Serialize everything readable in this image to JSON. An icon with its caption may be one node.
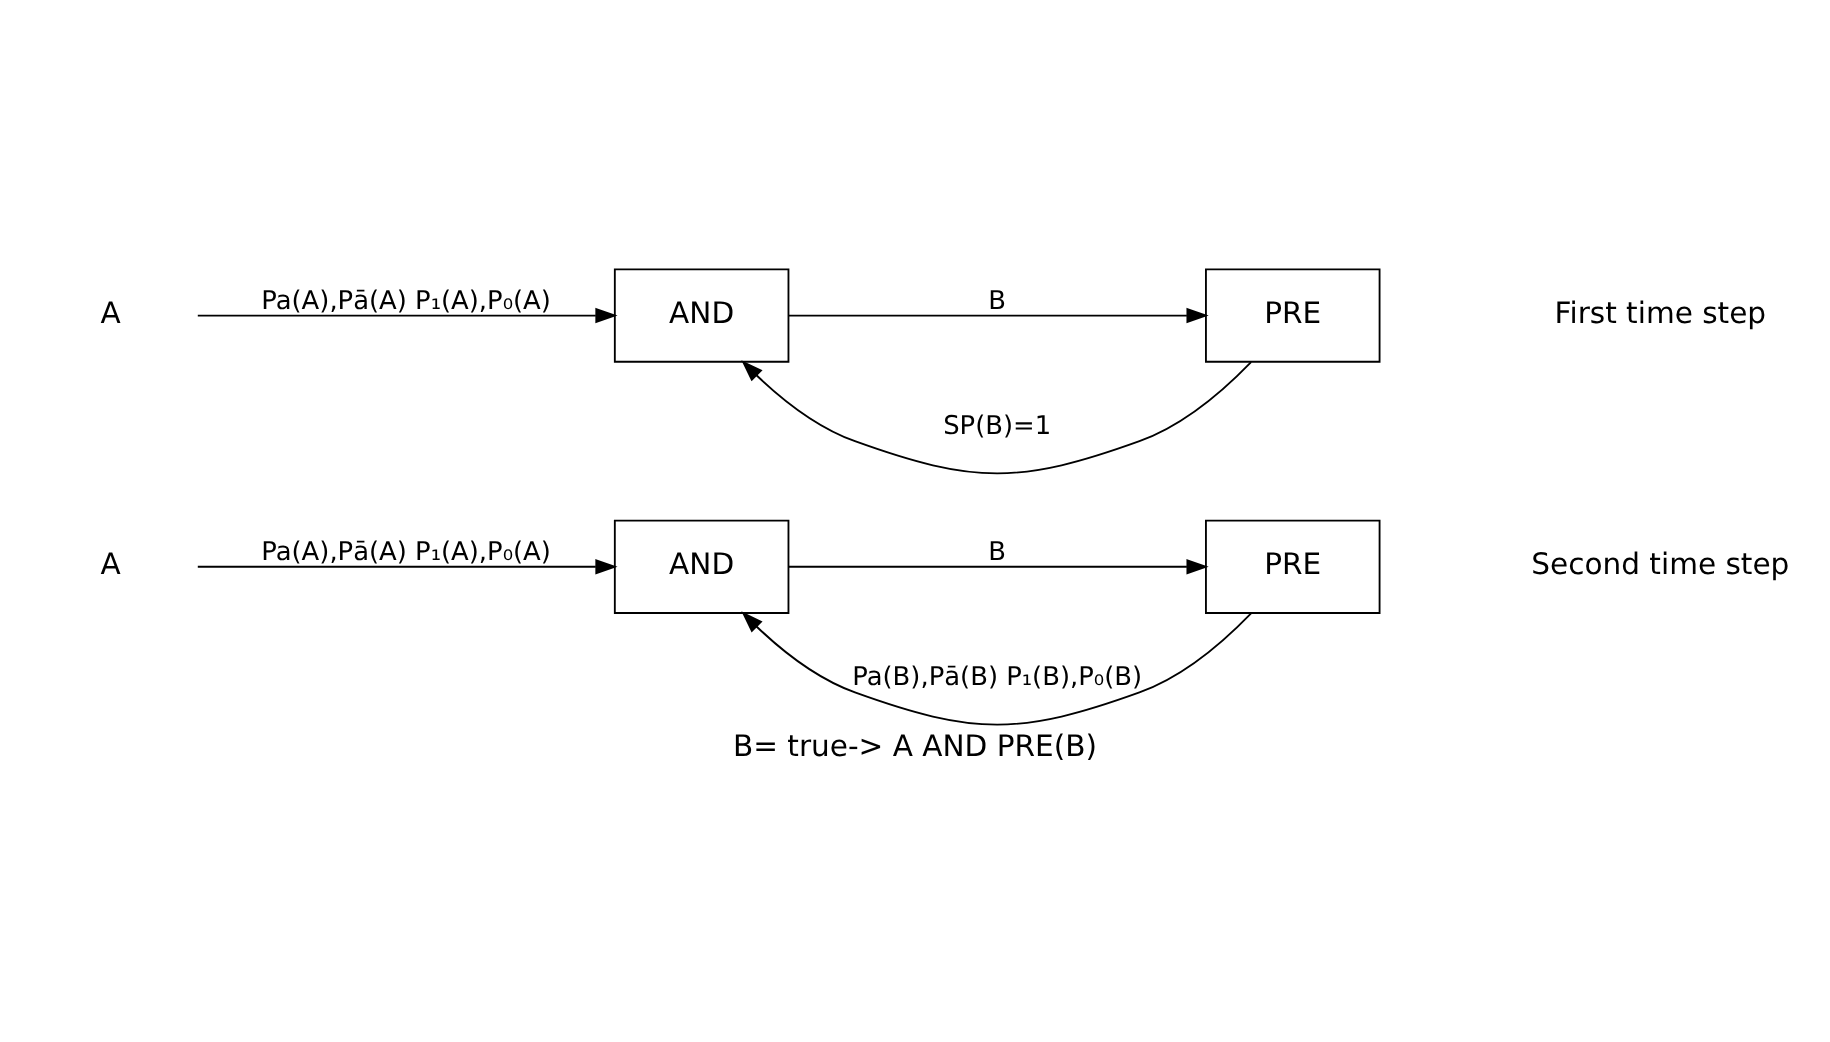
{
  "diagram": {
    "caption": "B= true-> A AND PRE(B)",
    "nodes": [
      {
        "text": [
          "A"
        ]
      },
      {
        "text": [
          "AND"
        ]
      },
      {
        "text": [
          "PRE"
        ]
      },
      {
        "text": [
          "A"
        ]
      },
      {
        "text": [
          "AND"
        ]
      },
      {
        "text": [
          "PRE"
        ]
      }
    ],
    "edges": [
      {
        "from": 2,
        "to": 1,
        "arrow": "to",
        "label": "SP(B)=1"
      },
      {
        "from": 0,
        "to": 1,
        "arrow": "to",
        "label": "Pa(A),Pā(A) P₁(A),P₀(A)"
      },
      {
        "from": 1,
        "to": 2,
        "arrow": "to",
        "label": "B"
      },
      {
        "from": 5,
        "to": 4,
        "arrow": "to",
        "label": "Pa(B),Pā(B) P₁(B),P₀(B)"
      },
      {
        "from": 3,
        "to": 4,
        "arrow": "to",
        "label": "Pa(A),Pā(A) P₁(A),P₀(A)"
      },
      {
        "from": 4,
        "to": 5,
        "arrow": "to",
        "label": "B"
      }
    ],
    "labels": [
      "First time step",
      "Second time step"
    ]
  }
}
